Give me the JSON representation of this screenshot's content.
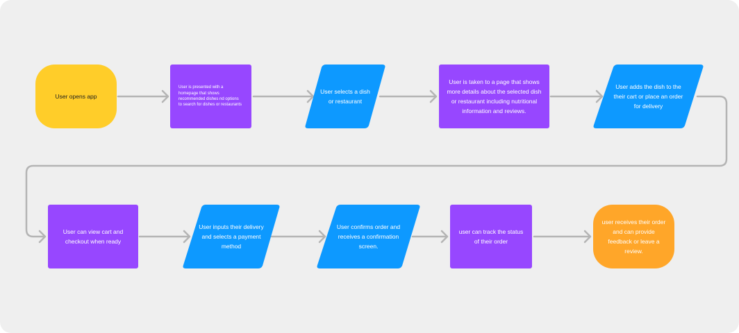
{
  "colors": {
    "background": "#efefef",
    "connector": "#b4b4b4",
    "process": "#9747ff",
    "io": "#0d99ff",
    "start": "#ffcd29",
    "end": "#ffa629"
  },
  "nodes": [
    {
      "id": "n1",
      "type": "start",
      "text": "User opens app"
    },
    {
      "id": "n2",
      "type": "process",
      "text": "User is presented with a homepage that shows recommended dishes nd options to search for dishes or restaurants"
    },
    {
      "id": "n3",
      "type": "io",
      "text": "User selects a dish or restaurant"
    },
    {
      "id": "n4",
      "type": "process",
      "text": "User is taken to a page that shows more details about the selected dish or restaurant including nutritional information and reviews."
    },
    {
      "id": "n5",
      "type": "io",
      "text": "User adds the dish to the their cart or place an order for delivery"
    },
    {
      "id": "n6",
      "type": "process",
      "text": "User can view cart and checkout when ready"
    },
    {
      "id": "n7",
      "type": "io",
      "text": "User inputs their delivery and selects a payment method"
    },
    {
      "id": "n8",
      "type": "io",
      "text": "User confirms order and receives a confirmation screen."
    },
    {
      "id": "n9",
      "type": "process",
      "text": "user can track the status of their order"
    },
    {
      "id": "n10",
      "type": "end",
      "text": "user receives their order and can provide feedback or leave a review."
    }
  ]
}
